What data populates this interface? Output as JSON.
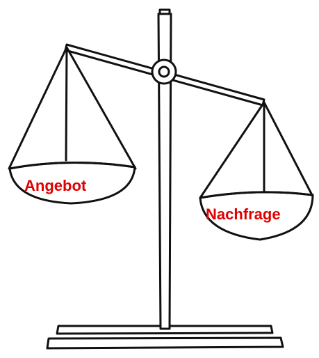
{
  "labels": {
    "left_pan": "Angebot",
    "right_pan": "Nachfrage"
  },
  "colors": {
    "label": "#e00000",
    "ink": "#111111",
    "background": "#ffffff"
  },
  "balance": {
    "heavier_side": "right"
  }
}
